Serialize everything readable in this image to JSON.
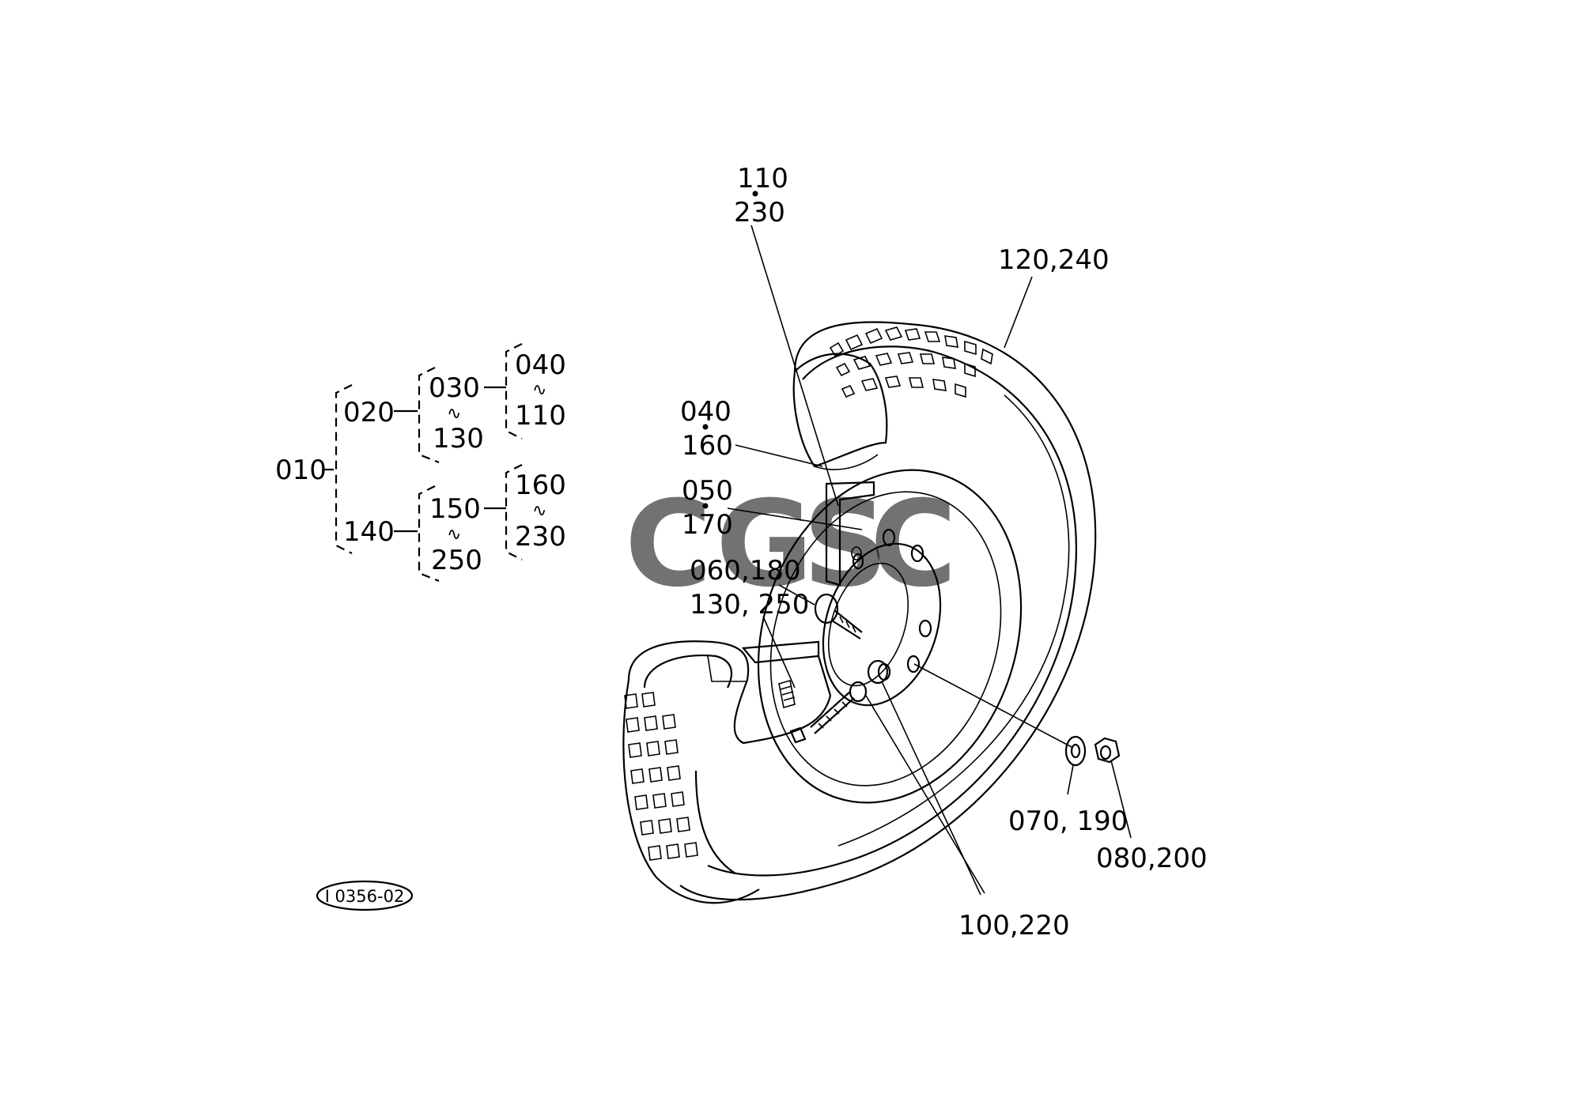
{
  "callouts": {
    "c110_230": [
      "110",
      "230"
    ],
    "c120_240": "120,240",
    "c040_160": [
      "040",
      "160"
    ],
    "c050_170": [
      "050",
      "170"
    ],
    "c060_180": "060,180",
    "c130_250": "130, 250",
    "c070_190": "070, 190",
    "c080_200": "080,200",
    "c100_220": "100,220"
  },
  "tree": {
    "root": "010",
    "branch_a": "020",
    "branch_b": "140",
    "a_mid": [
      "030",
      "130"
    ],
    "a_leaf": [
      "040",
      "110"
    ],
    "b_mid": [
      "150",
      "250"
    ],
    "b_leaf": [
      "160",
      "230"
    ],
    "range_glyph": "∿"
  },
  "figure_id": "I 0356-02",
  "watermark": {
    "letters": [
      "C",
      "G",
      "S",
      "C"
    ],
    "colors": [
      "#4a86e8",
      "#e06666",
      "#f1c232",
      "#6aa84f"
    ]
  }
}
